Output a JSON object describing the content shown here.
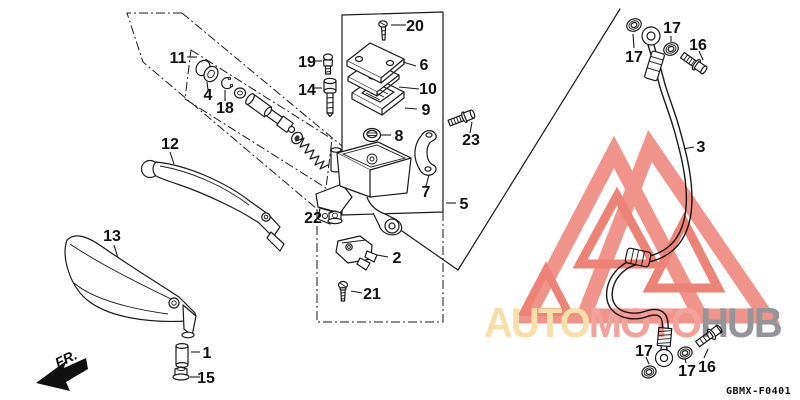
{
  "diagram": {
    "code": "GBMX-F0401",
    "fr_label": "FR.",
    "callouts": {
      "c1": "1",
      "c2": "2",
      "c3": "3",
      "c4": "4",
      "c5": "5",
      "c6": "6",
      "c7": "7",
      "c8": "8",
      "c9": "9",
      "c10": "10",
      "c11": "11",
      "c12": "12",
      "c13": "13",
      "c14": "14",
      "c15": "15",
      "c16a": "16",
      "c16b": "16",
      "c17a": "17",
      "c17b": "17",
      "c17c": "17",
      "c17d": "17",
      "c18": "18",
      "c19": "19",
      "c20": "20",
      "c21": "21",
      "c22": "22",
      "c23": "23"
    }
  },
  "watermark": {
    "text": {
      "segment1": "AUTO",
      "segment2": "MOTO",
      "segment3": "HUB"
    },
    "colors": {
      "segment1": "#F6DFA8",
      "segment2": "#F2A29B",
      "segment3": "#939598",
      "triangle_outline": "#F0938A",
      "triangle_inner": "#ED8276"
    }
  }
}
